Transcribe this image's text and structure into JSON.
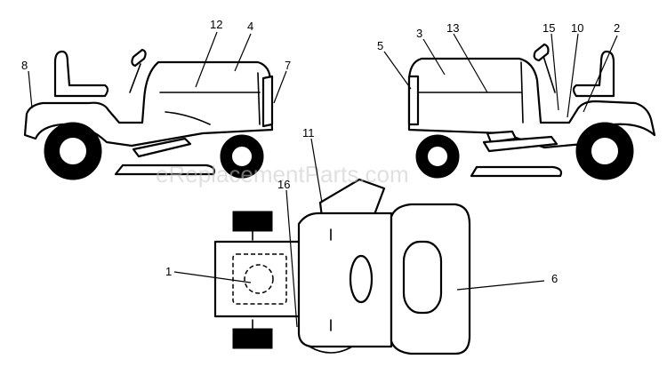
{
  "watermark": "eReplacementParts.com",
  "callouts": [
    {
      "id": "c8",
      "label": "8"
    },
    {
      "id": "c12",
      "label": "12"
    },
    {
      "id": "c4",
      "label": "4"
    },
    {
      "id": "c7",
      "label": "7"
    },
    {
      "id": "c5",
      "label": "5"
    },
    {
      "id": "c3",
      "label": "3"
    },
    {
      "id": "c13",
      "label": "13"
    },
    {
      "id": "c15",
      "label": "15"
    },
    {
      "id": "c10",
      "label": "10"
    },
    {
      "id": "c2",
      "label": "2"
    },
    {
      "id": "c11",
      "label": "11"
    },
    {
      "id": "c16",
      "label": "16"
    },
    {
      "id": "c1",
      "label": "1"
    },
    {
      "id": "c6",
      "label": "6"
    }
  ]
}
